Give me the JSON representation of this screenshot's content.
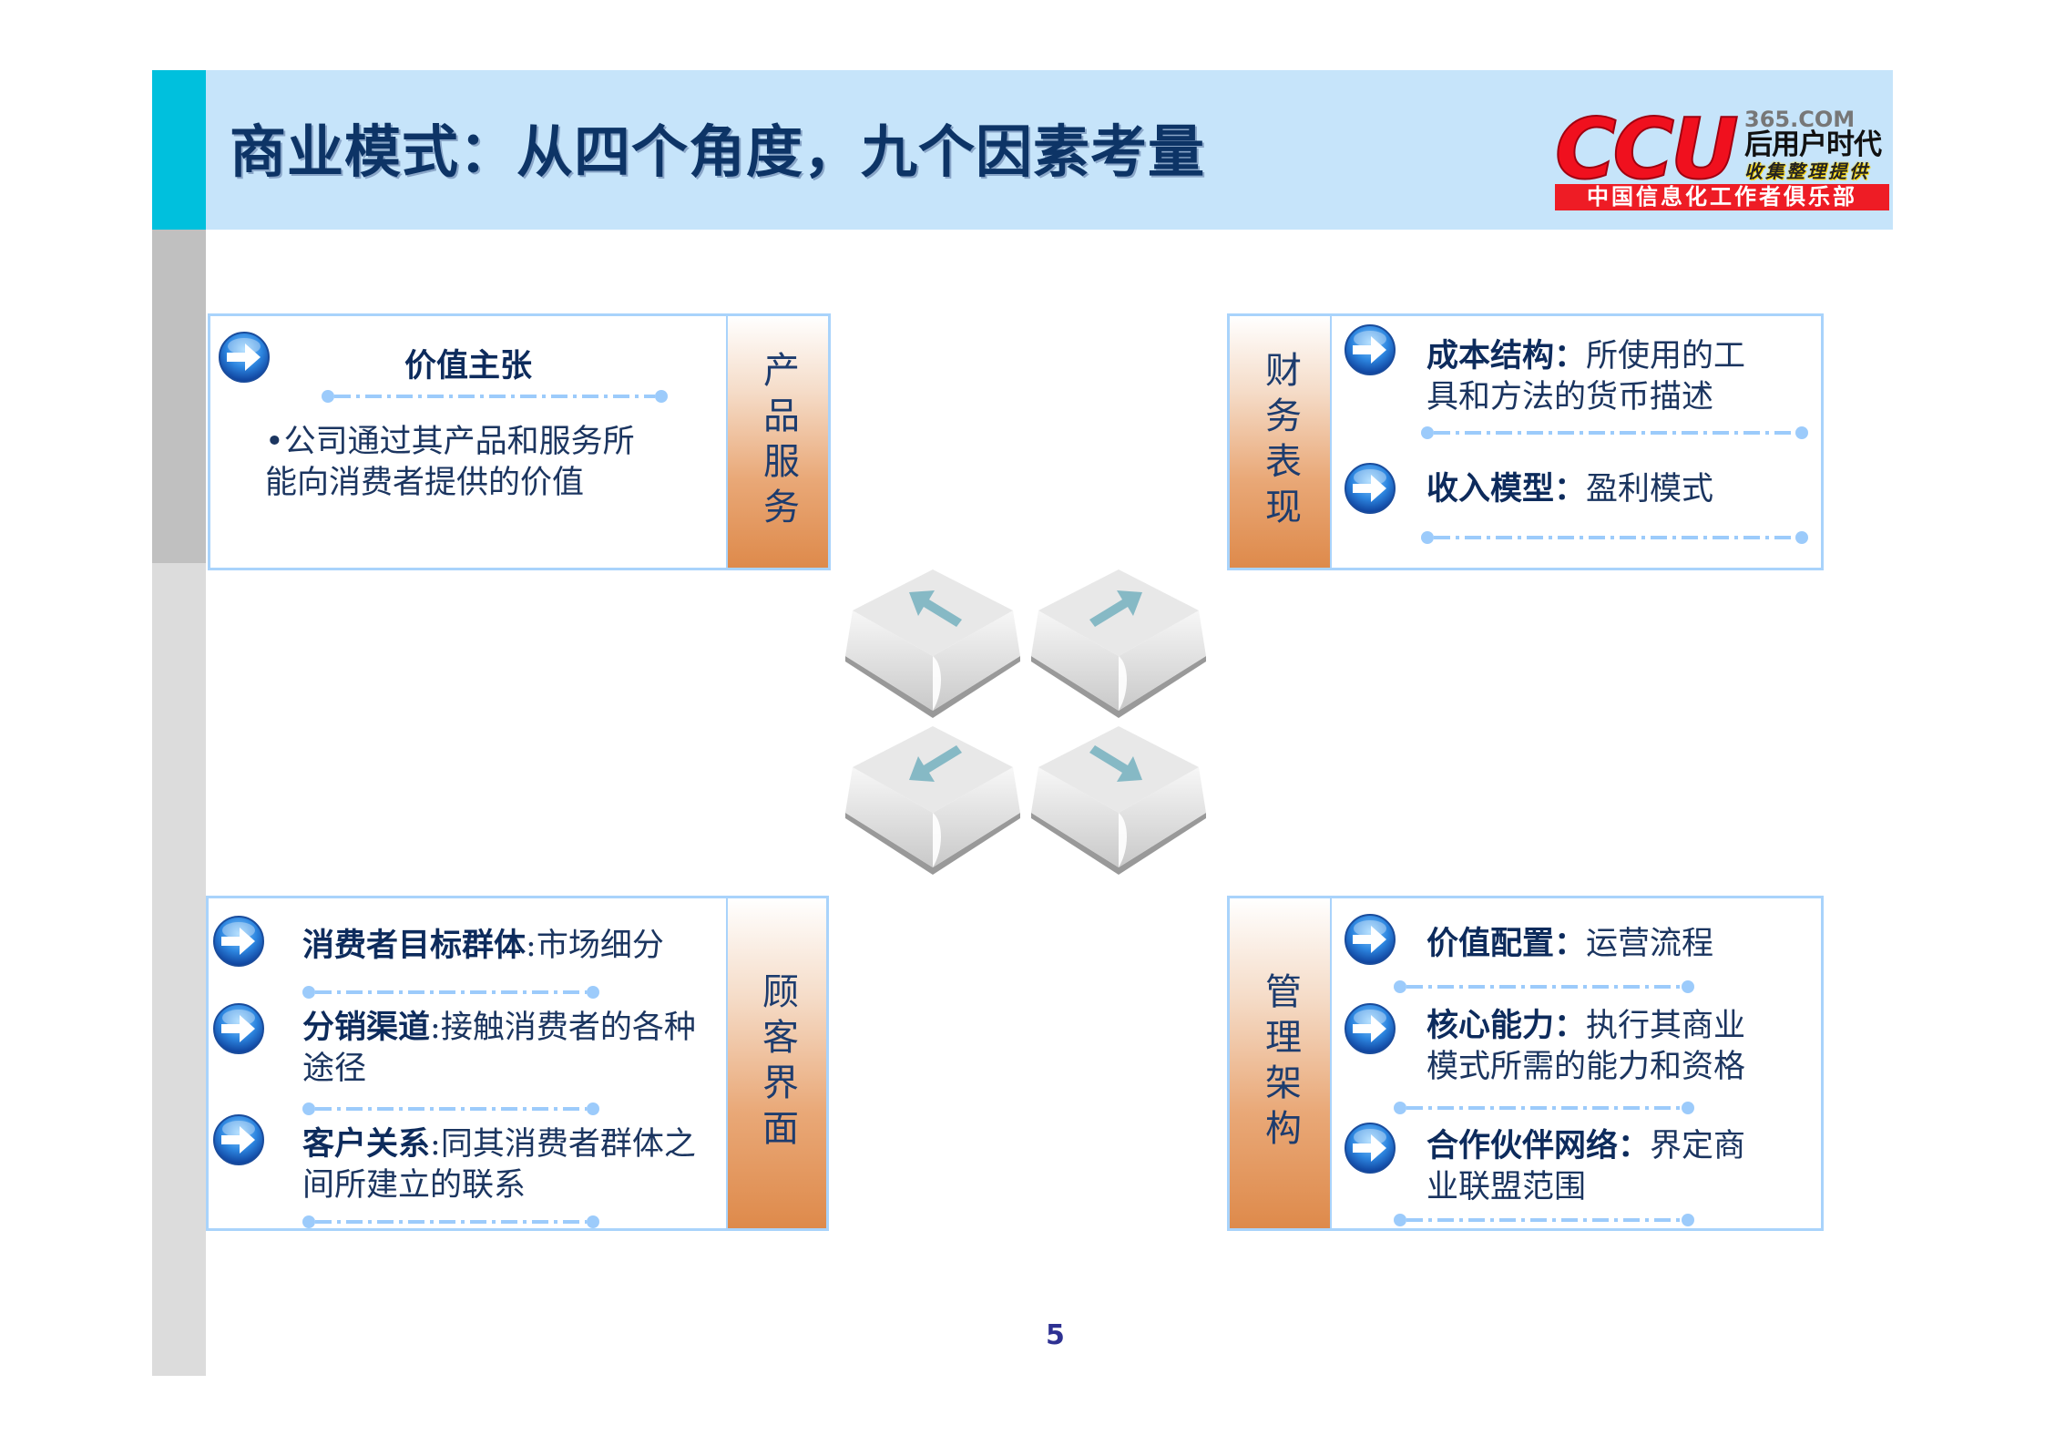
{
  "header": {
    "title": "商业模式：从四个角度，九个因素考量"
  },
  "logo": {
    "brand": "CCU",
    "domain": "365.COM",
    "slogan": "后用户时代",
    "sub": "收集整理提供",
    "bar": "中国信息化工作者俱乐部"
  },
  "colors": {
    "accent_cyan": "#00c0dd",
    "header_band": "#c6e4fa",
    "title_text": "#0d3466",
    "box_border": "#a9d3fb",
    "side_label_gradient_end": "#de8a4b",
    "dash_line": "#9ccbfb",
    "key_arrow": "#86b9c5",
    "page_number": "#2e3192"
  },
  "quadrants": {
    "product": {
      "label": "产品服务",
      "items": [
        {
          "title": "价值主张",
          "body": "•公司通过其产品和服务所能向消费者提供的价值"
        }
      ]
    },
    "finance": {
      "label": "财务表现",
      "items": [
        {
          "title": "成本结构",
          "sep": "：",
          "body": "所使用的工具和方法的货币描述"
        },
        {
          "title": "收入模型",
          "sep": "：",
          "body": "盈利模式"
        }
      ]
    },
    "customer": {
      "label": "顾客界面",
      "items": [
        {
          "title": "消费者目标群体",
          "sep": ":",
          "body": "市场细分"
        },
        {
          "title": "分销渠道",
          "sep": ":",
          "body": "接触消费者的各种途径"
        },
        {
          "title": "客户关系",
          "sep": ":",
          "body": "同其消费者群体之间所建立的联系"
        }
      ]
    },
    "management": {
      "label": "管理架构",
      "items": [
        {
          "title": "价值配置",
          "sep": "：",
          "body": "运营流程"
        },
        {
          "title": "核心能力",
          "sep": "：",
          "body": "执行其商业模式所需的能力和资格"
        },
        {
          "title": "合作伙伴网络",
          "sep": "：",
          "body": "界定商业联盟范围"
        }
      ]
    }
  },
  "keys": [
    {
      "direction": "up-left"
    },
    {
      "direction": "up-right"
    },
    {
      "direction": "down-left"
    },
    {
      "direction": "down-right"
    }
  ],
  "footer": {
    "page_number": "5"
  }
}
